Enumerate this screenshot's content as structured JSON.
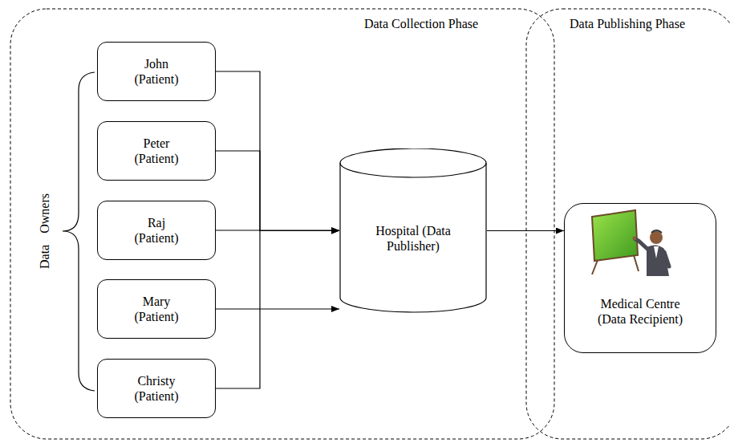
{
  "diagram": {
    "nodes": [
      {
        "text": [
          "Data Collection Phase"
        ]
      },
      {
        "text": [
          "John (Patient)"
        ],
        "in": 0
      },
      {
        "text": [
          "Peter (Patient)"
        ],
        "in": 0
      },
      {
        "text": [
          "Raj (Patient)"
        ],
        "in": 0
      },
      {
        "text": [
          "Mary (Patient)"
        ],
        "in": 0
      },
      {
        "text": [
          "Christy (Patient)"
        ],
        "in": 0
      },
      {
        "text": [
          "Hospital (Data Publisher)"
        ],
        "in": 0
      },
      {
        "text": [
          "Data Publishing Phase"
        ]
      },
      {
        "text": [
          "Medical Centre (Data Recipient)"
        ],
        "in": 7
      }
    ],
    "edges": [
      {
        "from": 1,
        "to": 6,
        "arrow": "to"
      },
      {
        "from": 2,
        "to": 6,
        "arrow": "to"
      },
      {
        "from": 3,
        "to": 6,
        "arrow": "to"
      },
      {
        "from": 4,
        "to": 6,
        "arrow": "to"
      },
      {
        "from": 5,
        "to": 6,
        "arrow": "to"
      },
      {
        "from": 6,
        "to": 8,
        "arrow": "to"
      }
    ],
    "labels": [
      "Data Owners"
    ]
  }
}
